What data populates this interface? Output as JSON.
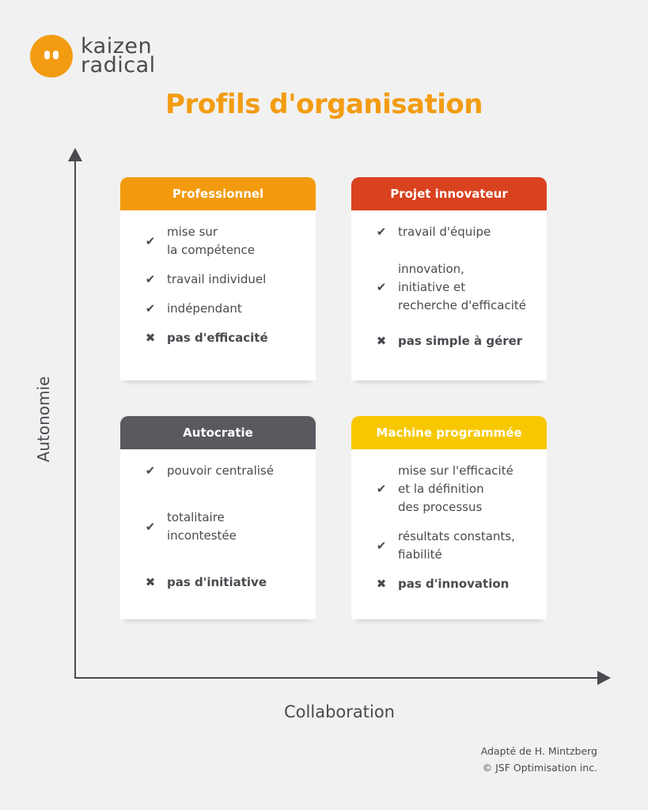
{
  "logo": {
    "line1": "kaizen",
    "line2": "radical",
    "color": "#f39c12"
  },
  "title": "Profils d'organisation",
  "title_color": "#f39c12",
  "axes": {
    "x_label": "Collaboration",
    "y_label": "Autonomie"
  },
  "cards": [
    {
      "title": "Professionnel",
      "color": "#f39a0e",
      "items": [
        {
          "icon": "check-icon",
          "glyph": "✔",
          "text": "mise sur\nla compétence",
          "bold": false
        },
        {
          "icon": "check-icon",
          "glyph": "✔",
          "text": "travail individuel",
          "bold": false
        },
        {
          "icon": "check-icon",
          "glyph": "✔",
          "text": "indépendant",
          "bold": false
        },
        {
          "icon": "cross-icon",
          "glyph": "✖",
          "text": "pas d'efficacité",
          "bold": true
        }
      ]
    },
    {
      "title": "Projet innovateur",
      "color": "#d9421f",
      "items": [
        {
          "icon": "check-icon",
          "glyph": "✔",
          "text": "travail d'équipe",
          "bold": false
        },
        {
          "icon": "check-icon",
          "glyph": "✔",
          "text": "innovation,\ninitiative et\nrecherche d'efficacité",
          "bold": false
        },
        {
          "icon": "cross-icon",
          "glyph": "✖",
          "text": "pas simple à gérer",
          "bold": true
        }
      ]
    },
    {
      "title": "Autocratie",
      "color": "#5a5960",
      "items": [
        {
          "icon": "check-icon",
          "glyph": "✔",
          "text": "pouvoir centralisé",
          "bold": false
        },
        {
          "icon": "check-icon",
          "glyph": "✔",
          "text": "totalitaire\nincontestée",
          "bold": false
        },
        {
          "icon": "cross-icon",
          "glyph": "✖",
          "text": "pas d'initiative",
          "bold": true
        }
      ]
    },
    {
      "title": "Machine programmée",
      "color": "#f7c800",
      "items": [
        {
          "icon": "check-icon",
          "glyph": "✔",
          "text": "mise sur l'efficacité\net la définition\ndes processus",
          "bold": false
        },
        {
          "icon": "check-icon",
          "glyph": "✔",
          "text": "résultats constants,\nfiabilité",
          "bold": false
        },
        {
          "icon": "cross-icon",
          "glyph": "✖",
          "text": "pas d'innovation",
          "bold": true
        }
      ]
    }
  ],
  "credit": {
    "line1": "Adapté de H. Mintzberg",
    "line2": "© JSF Optimisation inc."
  }
}
